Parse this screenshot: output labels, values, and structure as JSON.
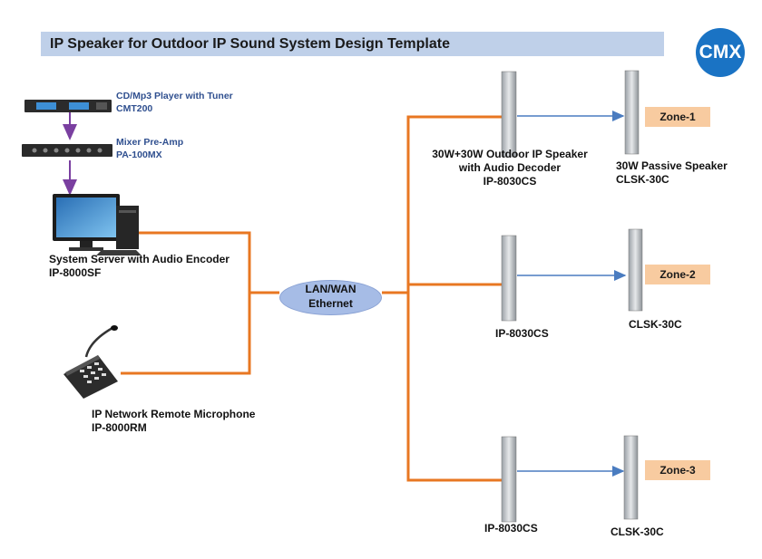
{
  "title": "IP Speaker for Outdoor IP Sound System Design Template",
  "logo": "CMX",
  "devices": {
    "cd_player": {
      "name": "CD/Mp3 Player with Tuner",
      "model": "CMT200"
    },
    "mixer": {
      "name": "Mixer Pre-Amp",
      "model": "PA-100MX"
    },
    "server": {
      "name": "System Server with Audio Encoder",
      "model": "IP-8000SF"
    },
    "microphone": {
      "name": "IP Network Remote Microphone",
      "model": "IP-8000RM"
    },
    "network": {
      "line1": "LAN/WAN",
      "line2": "Ethernet"
    }
  },
  "zones": [
    {
      "label": "Zone-1",
      "ip_speaker_lines": [
        "30W+30W  Outdoor IP Speaker",
        "with Audio Decoder",
        "IP-8030CS"
      ],
      "passive_lines": [
        "30W Passive Speaker",
        "CLSK-30C"
      ]
    },
    {
      "label": "Zone-2",
      "ip_speaker_lines": [
        "IP-8030CS"
      ],
      "passive_lines": [
        "CLSK-30C"
      ]
    },
    {
      "label": "Zone-3",
      "ip_speaker_lines": [
        "IP-8030CS"
      ],
      "passive_lines": [
        "CLSK-30C"
      ]
    }
  ],
  "colors": {
    "wire": "#e87722",
    "signal_arrow": "#4a7cc0",
    "audio_link": "#7a3fa0"
  }
}
